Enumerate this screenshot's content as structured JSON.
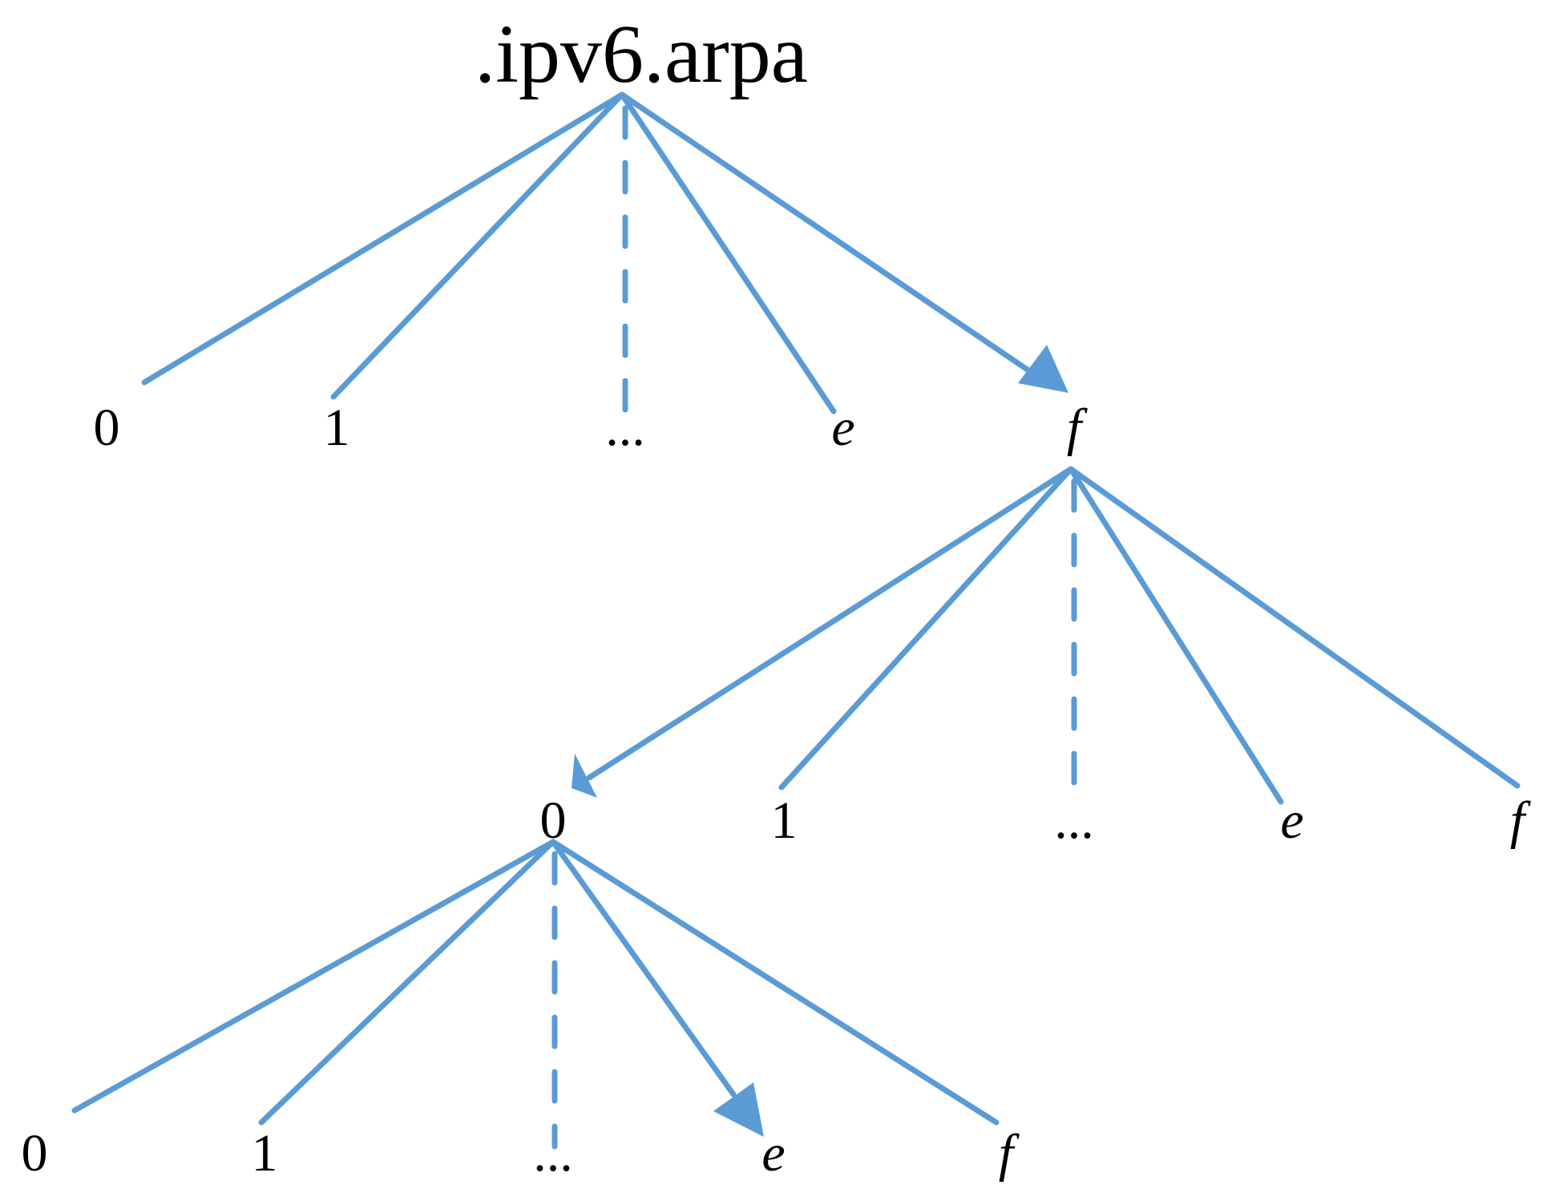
{
  "root": {
    "label": ".ipv6.arpa"
  },
  "level1": {
    "nodes": [
      "0",
      "1",
      "...",
      "e",
      "f"
    ],
    "expanded": "f"
  },
  "level2": {
    "nodes": [
      "0",
      "1",
      "...",
      "e",
      "f"
    ],
    "expanded": "0"
  },
  "level3": {
    "nodes": [
      "0",
      "1",
      "...",
      "e",
      "f"
    ],
    "selected": "e"
  },
  "colors": {
    "edge": "#5b9bd5",
    "text": "#000000",
    "background": "#ffffff"
  }
}
